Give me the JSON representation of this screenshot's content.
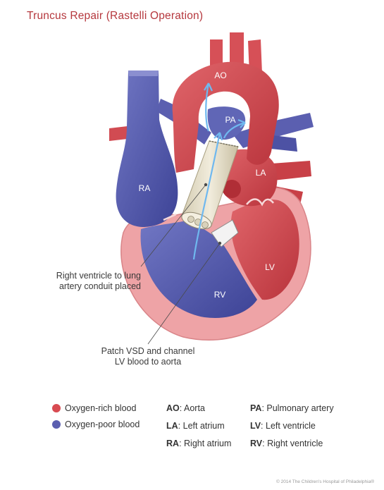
{
  "title": "Truncus Repair (Rastelli Operation)",
  "chambers": {
    "ao": "AO",
    "pa": "PA",
    "ra": "RA",
    "la": "LA",
    "lv": "LV",
    "rv": "RV"
  },
  "callouts": {
    "conduit": [
      "Right ventricle to lung",
      "artery conduit placed"
    ],
    "patch": [
      "Patch VSD and channel",
      "LV blood to aorta"
    ]
  },
  "legend": {
    "items": [
      {
        "label": "Oxygen-rich blood",
        "color": "#d84b51"
      },
      {
        "label": "Oxygen-poor blood",
        "color": "#5b5fb0"
      }
    ],
    "abbreviations": [
      {
        "abbr": "AO",
        "text": "Aorta"
      },
      {
        "abbr": "PA",
        "text": "Pulmonary artery"
      },
      {
        "abbr": "LA",
        "text": "Left atrium"
      },
      {
        "abbr": "LV",
        "text": "Left ventricle"
      },
      {
        "abbr": "RA",
        "text": "Right atrium"
      },
      {
        "abbr": "RV",
        "text": "Right ventricle"
      }
    ]
  },
  "colors": {
    "title": "#b5373d",
    "oxygen_rich": "#d84b51",
    "oxygen_poor": "#5b5fb0",
    "muscle": "#eea3a6",
    "conduit": "#e6dfc8",
    "flow_arrow": "#6fb8ef"
  },
  "copyright": "© 2014 The Children's Hospital of Philadelphia®"
}
